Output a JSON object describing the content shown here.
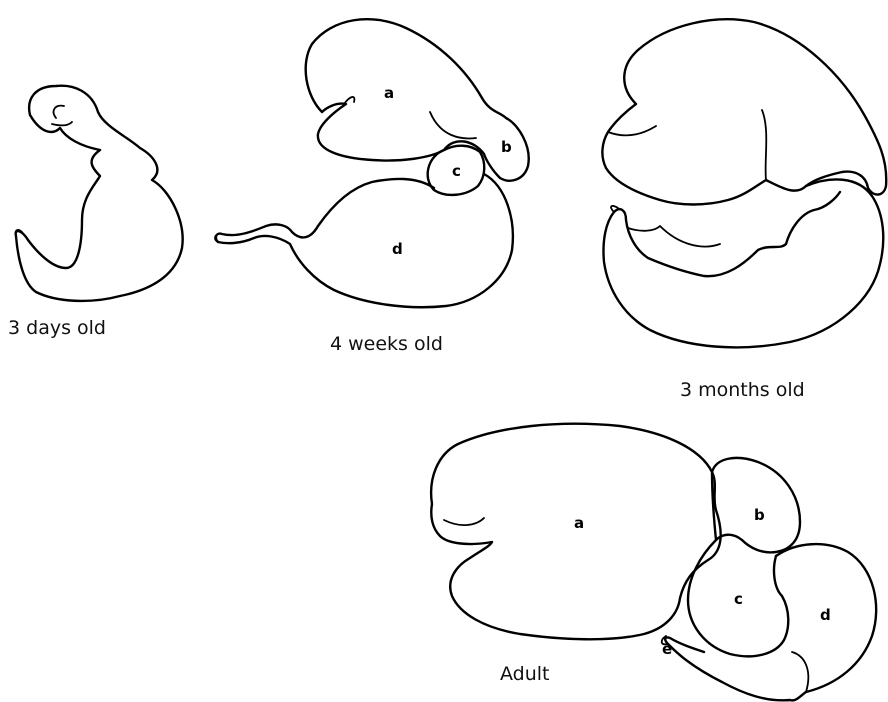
{
  "captions": {
    "stage1": "3 days old",
    "stage2": "4 weeks old",
    "stage3": "3 months old",
    "stage4": "Adult"
  },
  "week4_labels": {
    "a": "a",
    "b": "b",
    "c": "c",
    "d": "d"
  },
  "adult_labels": {
    "a": "a",
    "b": "b",
    "c": "c",
    "d": "d",
    "e": "e"
  }
}
